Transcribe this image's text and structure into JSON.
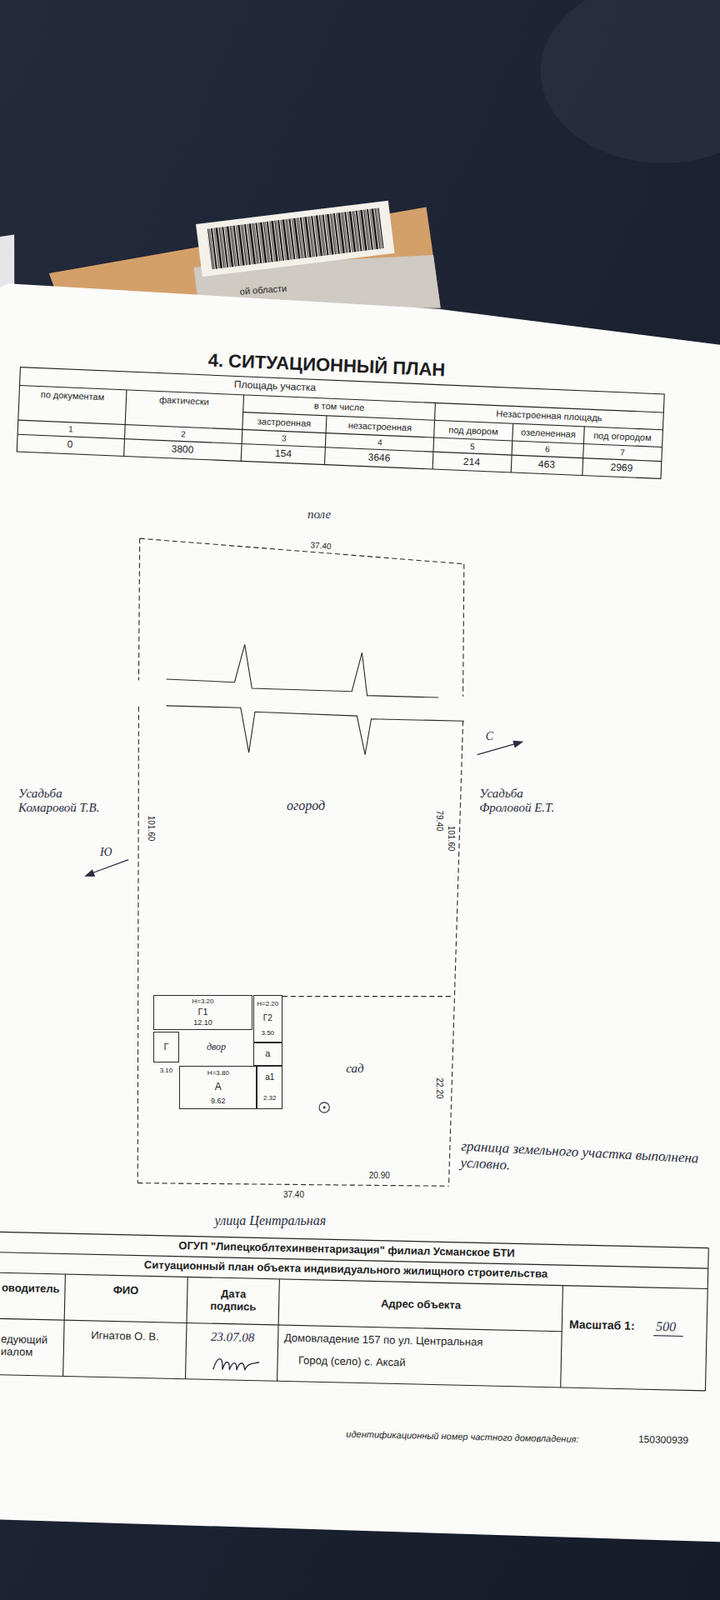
{
  "diagram": {
    "title": "4. СИТУАЦИОННЫЙ ПЛАН",
    "nodes": [
      {
        "text": [
          "Н=3.20",
          "Г1",
          "12.10"
        ]
      },
      {
        "text": [
          "Н=2.20",
          "Г2",
          "3.50"
        ]
      },
      {
        "text": [
          "Г"
        ]
      },
      {
        "text": [
          "а"
        ]
      },
      {
        "text": [
          "Н=3.80",
          "А",
          "9.62"
        ]
      },
      {
        "text": [
          "а1",
          "2.32"
        ]
      }
    ],
    "labels": [
      "ой области",
      "Площадь участка",
      "по документам",
      "фактически",
      "в том числе",
      "Незастроенная площадь",
      "застроенная",
      "незастроенная",
      "под двором",
      "озелененная",
      "под огородом",
      "1",
      "2",
      "3",
      "4",
      "5",
      "6",
      "7",
      "0",
      "3800",
      "154",
      "3646",
      "214",
      "463",
      "2969",
      "поле",
      "37.40",
      "Усадьба Комаровой Т.В.",
      "Ю",
      "101.60",
      "огород",
      "С",
      "Усадьба Фроловой Е.Т.",
      "79.40",
      "101.60",
      "двор",
      "3.10",
      "сад",
      "22.20",
      "20.90",
      "37.40",
      "граница земельного участка выполнена условно.",
      "улица Центральная",
      "ОГУП \"Липецкоблтехинвентаризация\" филиал Усманское БТИ",
      "Ситуационный план объекта индивидуального жилищного строительства",
      "оводитель",
      "ФИО",
      "Дата подпись",
      "Адрес объекта",
      "Масштаб 1:",
      "500",
      "едующий иалом",
      "Игнатов О. В.",
      "23.07.08",
      "Домовладение 157 по ул. Центральная",
      "Город (село) с. Аксай",
      "идентификационный номер частного домовладения:",
      "150300939"
    ]
  }
}
